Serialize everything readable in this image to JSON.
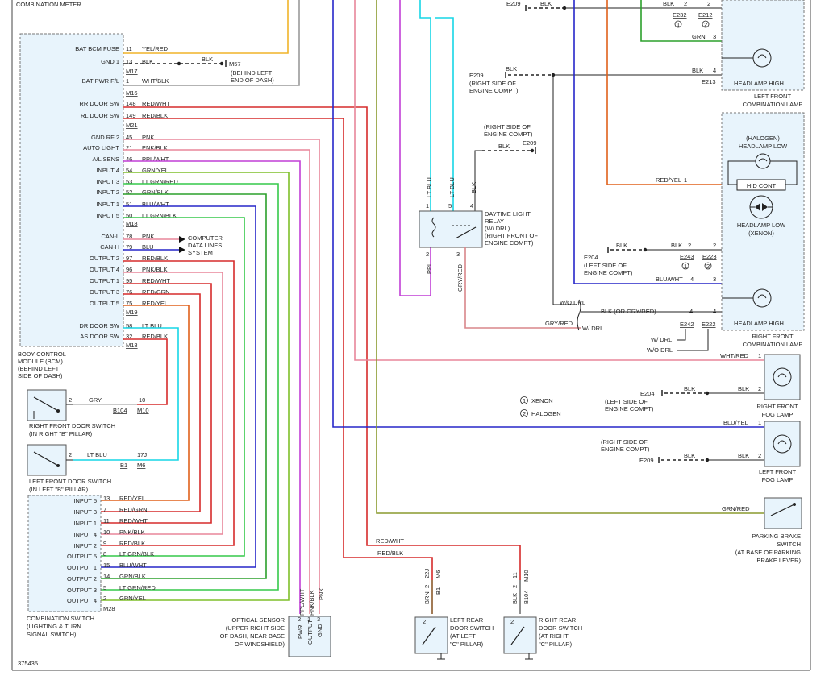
{
  "diagram_id": "375435",
  "notes": {
    "n1": "XENON",
    "n2": "HALOGEN",
    "c1": "1",
    "c2": "2"
  },
  "combination_meter": {
    "title": "COMBINATION METER"
  },
  "bcm": {
    "title": [
      "BODY CONTROL",
      "MODULE (BCM)",
      "(BEHIND LEFT",
      "SIDE OF DASH)"
    ],
    "connectors": {
      "m17": "M17",
      "m16": "M16",
      "m21": "M21",
      "m18a": "M18",
      "m19": "M19",
      "m18b": "M18"
    },
    "pins": [
      {
        "name": "BAT BCM FUSE",
        "pin": "11",
        "wire": "YEL/RED"
      },
      {
        "name": "GND 1",
        "pin": "13",
        "wire": "BLK"
      },
      {
        "name": "BAT PWR F/L",
        "pin": "1",
        "wire": "WHT/BLK"
      },
      {
        "name": "RR DOOR SW",
        "pin": "148",
        "wire": "RED/WHT"
      },
      {
        "name": "RL DOOR SW",
        "pin": "149",
        "wire": "RED/BLK"
      },
      {
        "name": "GND RF 2",
        "pin": "45",
        "wire": "PNK"
      },
      {
        "name": "AUTO LIGHT",
        "pin": "21",
        "wire": "PNK/BLK"
      },
      {
        "name": "A/L SENS",
        "pin": "46",
        "wire": "PPL/WHT"
      },
      {
        "name": "INPUT 4",
        "pin": "54",
        "wire": "GRN/YEL"
      },
      {
        "name": "INPUT 3",
        "pin": "53",
        "wire": "LT GRN/RED"
      },
      {
        "name": "INPUT 2",
        "pin": "52",
        "wire": "GRN/BLK"
      },
      {
        "name": "INPUT 1",
        "pin": "51",
        "wire": "BLU/WHT"
      },
      {
        "name": "INPUT 5",
        "pin": "50",
        "wire": "LT GRN/BLK"
      },
      {
        "name": "CAN-L",
        "pin": "78",
        "wire": "PNK"
      },
      {
        "name": "CAN-H",
        "pin": "79",
        "wire": "BLU"
      },
      {
        "name": "OUTPUT 2",
        "pin": "97",
        "wire": "RED/BLK"
      },
      {
        "name": "OUTPUT 4",
        "pin": "96",
        "wire": "PNK/BLK"
      },
      {
        "name": "OUTPUT 1",
        "pin": "95",
        "wire": "RED/WHT"
      },
      {
        "name": "OUTPUT 3",
        "pin": "76",
        "wire": "RED/GRN"
      },
      {
        "name": "OUTPUT 5",
        "pin": "75",
        "wire": "RED/YEL"
      },
      {
        "name": "DR DOOR SW",
        "pin": "58",
        "wire": "LT BLU"
      },
      {
        "name": "AS DOOR SW",
        "pin": "32",
        "wire": "RED/BLK"
      }
    ]
  },
  "m57": {
    "wire": "BLK",
    "label": "M57",
    "note": [
      "(BEHIND LEFT",
      "END OF DASH)"
    ]
  },
  "computer_data": [
    "COMPUTER",
    "DATA LINES",
    "SYSTEM"
  ],
  "rf_door_switch": {
    "pin": "2",
    "wire": "GRY",
    "connector": "B104",
    "conn_pin": "10",
    "conn2": "M10",
    "label": [
      "RIGHT FRONT DOOR SWITCH",
      "(IN RIGHT \"B\" PILLAR)"
    ]
  },
  "lf_door_switch": {
    "pin": "2",
    "wire": "LT BLU",
    "connector": "B1",
    "conn_pin": "17J",
    "conn2": "M6",
    "label": [
      "LEFT FRONT DOOR SWITCH",
      "(IN LEFT \"B\" PILLAR)"
    ]
  },
  "combination_switch": {
    "title": [
      "COMBINATION SWITCH",
      "(LIGHTING & TURN",
      "SIGNAL SWITCH)"
    ],
    "connector": "M28",
    "pins": [
      {
        "name": "INPUT 5",
        "pin": "13",
        "wire": "RED/YEL"
      },
      {
        "name": "INPUT 3",
        "pin": "7",
        "wire": "RED/GRN"
      },
      {
        "name": "INPUT 1",
        "pin": "11",
        "wire": "RED/WHT"
      },
      {
        "name": "INPUT 4",
        "pin": "10",
        "wire": "PNK/BLK"
      },
      {
        "name": "INPUT 2",
        "pin": "9",
        "wire": "RED/BLK"
      },
      {
        "name": "OUTPUT 5",
        "pin": "8",
        "wire": "LT GRN/BLK"
      },
      {
        "name": "OUTPUT 1",
        "pin": "15",
        "wire": "BLU/WHT"
      },
      {
        "name": "OUTPUT 2",
        "pin": "14",
        "wire": "GRN/BLK"
      },
      {
        "name": "OUTPUT 3",
        "pin": "5",
        "wire": "LT GRN/RED"
      },
      {
        "name": "OUTPUT 4",
        "pin": "2",
        "wire": "GRN/YEL"
      }
    ]
  },
  "optical_sensor": {
    "label": [
      "OPTICAL SENSOR",
      "(UPPER RIGHT SIDE",
      "OF DASH, NEAR BASE",
      "OF WINDSHIELD)"
    ],
    "pins": [
      {
        "name": "PWR",
        "pin": "2",
        "wire": "PPL/WHT"
      },
      {
        "name": "OUTPUT",
        "pin": "1",
        "wire": "PNK/BLK"
      },
      {
        "name": "GND",
        "pin": "3",
        "wire": "PNK"
      }
    ]
  },
  "relay": {
    "title": [
      "DAYTIME LIGHT",
      "RELAY",
      "(W/ DRL)",
      "(RIGHT FRONT OF",
      "ENGINE COMPT)"
    ],
    "top_pins": [
      {
        "pin": "1",
        "wire": "LT BLU"
      },
      {
        "pin": "5",
        "wire": "LT BLU"
      },
      {
        "pin": "4",
        "wire": "BLK"
      }
    ],
    "bottom_pins": [
      {
        "pin": "2",
        "wire": "PPL"
      },
      {
        "pin": "3",
        "wire": "GRY/RED"
      }
    ],
    "ground_note": [
      "(RIGHT SIDE OF",
      "ENGINE COMPT)"
    ],
    "ground": "E209",
    "ground_wire": "BLK"
  },
  "ground_e209_top": {
    "label": "E209",
    "wire": "BLK"
  },
  "ground_e209_mid": {
    "label": "E209",
    "wire": "BLK",
    "note": [
      "(RIGHT SIDE OF",
      "ENGINE COMPT)"
    ]
  },
  "lf_combo_lamp": {
    "title": [
      "LEFT FRONT",
      "COMBINATION LAMP"
    ],
    "headlamp_high": "HEADLAMP HIGH",
    "rows": [
      {
        "wire": "BLK",
        "pin": "2",
        "conn": "E232",
        "conn2": "E212"
      },
      {
        "wire": "GRN",
        "pin": "3"
      },
      {
        "wire": "BLK",
        "pin": "4",
        "conn": "E213"
      }
    ]
  },
  "rf_combo_lamp": {
    "title": [
      "RIGHT FRONT",
      "COMBINATION LAMP"
    ],
    "halogen": [
      "(HALOGEN)",
      "HEADLAMP LOW"
    ],
    "hid": "HID CONT",
    "xenon": [
      "HEADLAMP LOW",
      "(XENON)"
    ],
    "headlamp_high": "HEADLAMP HIGH",
    "red_yel": "RED/YEL",
    "red_yel_pin": "1",
    "row_blk": {
      "wire": "BLK",
      "pin": "2",
      "conn": "E243",
      "conn2": "E223"
    },
    "row_bluwht": {
      "wire": "BLU/WHT",
      "pin": "4",
      "pin2": "3"
    },
    "row_drl": {
      "wire": "BLK (OR GRY/RED)",
      "pin": "4",
      "pin2": "4",
      "conn": "E242",
      "conn2": "E222"
    },
    "wo_drl": "W/O DRL",
    "w_drl": "W/ DRL",
    "gry_red": "GRY/RED",
    "e204": {
      "label": "E204",
      "wire": "BLK",
      "note": [
        "(LEFT SIDE OF",
        "ENGINE COMPT)"
      ]
    }
  },
  "rf_fog": {
    "label": [
      "RIGHT FRONT",
      "FOG LAMP"
    ],
    "wire_in": "WHT/RED",
    "pin_in": "1",
    "wire_gnd": "BLK",
    "pin_gnd": "2",
    "ground": "E204",
    "note": [
      "(LEFT SIDE OF",
      "ENGINE COMPT)"
    ]
  },
  "lf_fog": {
    "label": [
      "LEFT FRONT",
      "FOG LAMP"
    ],
    "wire_in": "BLU/YEL",
    "pin_in": "1",
    "wire_gnd": "BLK",
    "pin_gnd": "2",
    "ground": "E209",
    "note": [
      "(RIGHT SIDE OF",
      "ENGINE COMPT)"
    ]
  },
  "parking_brake": {
    "wire": "GRN/RED",
    "label": [
      "PARKING BRAKE",
      "SWITCH",
      "(AT BASE OF PARKING",
      "BRAKE LEVER)"
    ]
  },
  "rear_left_switch": {
    "top_wire": "RED/WHT",
    "pin": "22J",
    "conn": "M6",
    "wire": "BRN",
    "pin2": "2",
    "conn2": "B1",
    "switch_pin": "2",
    "label": [
      "LEFT REAR",
      "DOOR SWITCH",
      "(AT LEFT",
      "\"C\" PILLAR)"
    ]
  },
  "rear_right_switch": {
    "top_wire": "RED/BLK",
    "pin": "11",
    "conn": "M10",
    "wire": "BLK",
    "pin2": "2",
    "conn2": "B104",
    "switch_pin": "2",
    "label": [
      "RIGHT REAR",
      "DOOR SWITCH",
      "(AT RIGHT",
      "\"C\" PILLAR)"
    ]
  },
  "colors": {
    "yel_red": "#f0b429",
    "wht_blk": "#9a9a9a",
    "red": "#d62b2b",
    "pnk": "#e8869a",
    "ppl": "#c13fd6",
    "grn_yel": "#7fbf2a",
    "lt_grn": "#35c94a",
    "blu": "#2626c9",
    "lt_blu": "#17d6e6",
    "orange": "#e0601b",
    "gry": "#b8b8b8",
    "gry_red": "#d9868a",
    "grn_red": "#8a9a2e",
    "grn": "#2ba02b",
    "brn": "#8b5a2b",
    "cyan": "#17d6e6"
  }
}
